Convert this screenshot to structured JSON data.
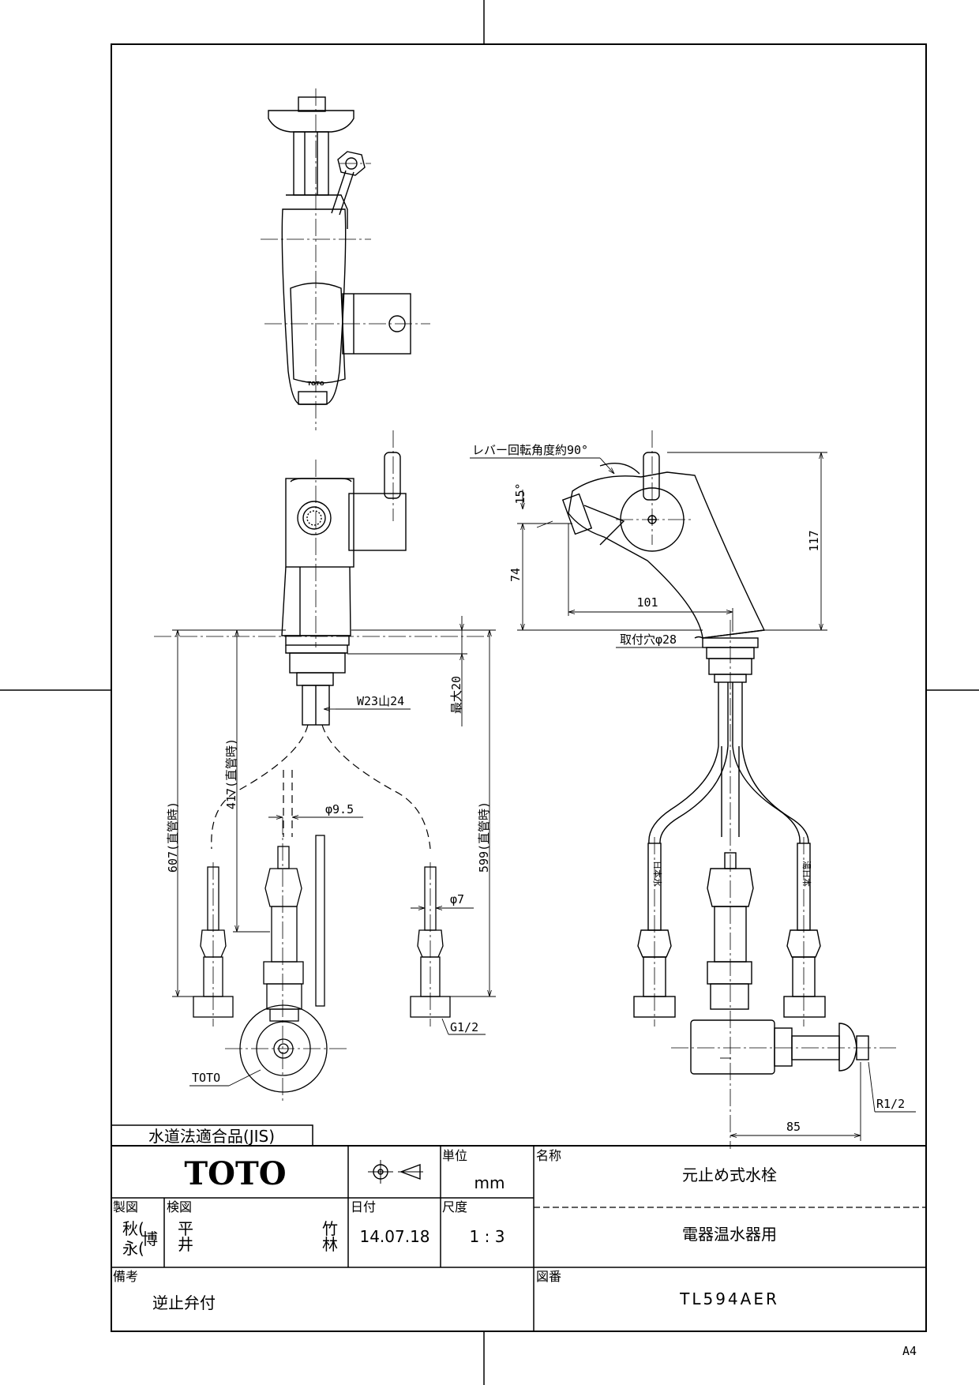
{
  "badge": "水道法適合品(JIS)",
  "title_block": {
    "logo": "TOTO",
    "unit_label": "単位",
    "unit_value": "mm",
    "name_label": "名称",
    "name_value": "元止め式水栓",
    "use_value": "電器温水器用",
    "drawn_label": "製図",
    "drawn_name_1": "秋(",
    "drawn_name_2": "永(",
    "drawn_name_3": "博",
    "checked_label": "検図",
    "checked_name_1": "平",
    "checked_name_2": "井",
    "checked_name_3": "竹",
    "checked_name_4": "林",
    "date_label": "日付",
    "date_value": "14.07.18",
    "scale_label": "尺度",
    "scale_value": "1 : 3",
    "remarks_label": "備考",
    "remarks_value": "逆止弁付",
    "drawing_no_label": "図番",
    "drawing_no_value": "TL594AER"
  },
  "dimensions": {
    "lever_rotation": "レバー回転角度約90°",
    "angle_15": "15°",
    "h_117": "117",
    "h_74": "74",
    "w_101": "101",
    "mount_hole": "取付穴φ28",
    "max_20": "最大20",
    "thread": "W23山24",
    "len_607": "607(直管時)",
    "len_417": "417(直管時)",
    "len_599": "599(直管時)",
    "dia_9_5": "φ9.5",
    "dia_7": "φ7",
    "g_half": "G1/2",
    "toto_mark": "TOTO",
    "r_half": "R1/2",
    "w_85": "85",
    "hose_left": "日本水",
    "hose_right": "湯日本"
  },
  "sheet_size": "A4"
}
